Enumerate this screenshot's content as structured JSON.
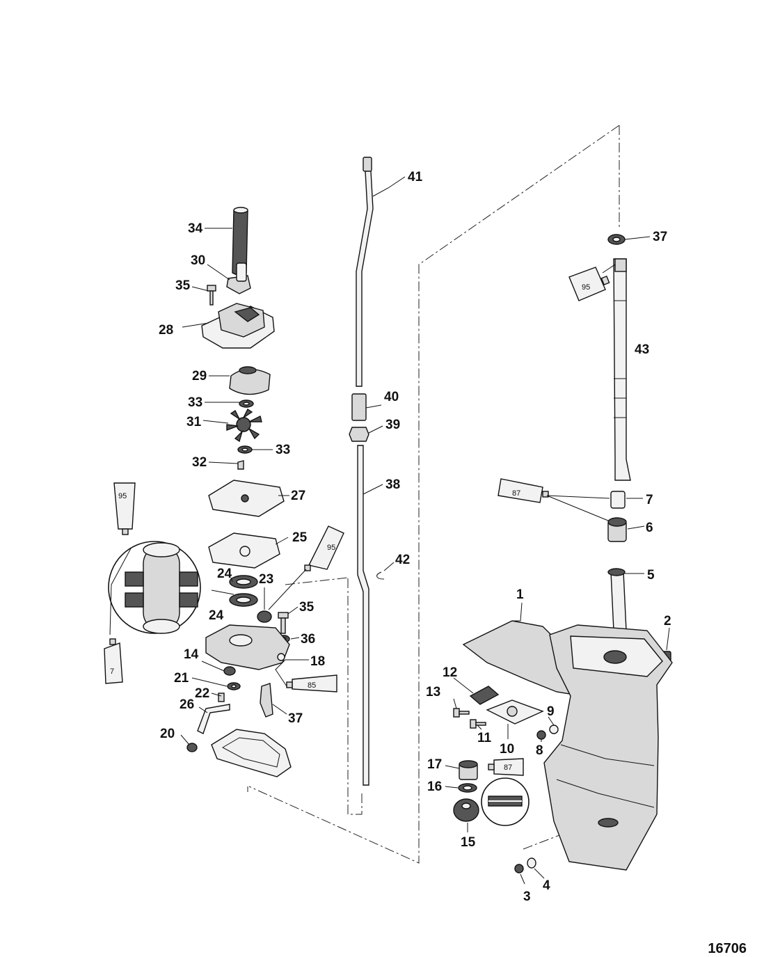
{
  "diagram_id": "16706",
  "callouts": [
    "1",
    "2",
    "3",
    "4",
    "5",
    "6",
    "7",
    "8",
    "9",
    "10",
    "11",
    "12",
    "13",
    "14",
    "15",
    "16",
    "17",
    "18",
    "20",
    "21",
    "22",
    "23",
    "24",
    "24",
    "25",
    "26",
    "27",
    "28",
    "29",
    "30",
    "31",
    "32",
    "33",
    "33",
    "34",
    "35",
    "35",
    "36",
    "37",
    "37",
    "38",
    "39",
    "40",
    "41",
    "42",
    "43"
  ],
  "tube_labels": [
    "95",
    "95",
    "95",
    "7",
    "87",
    "85",
    "87"
  ]
}
